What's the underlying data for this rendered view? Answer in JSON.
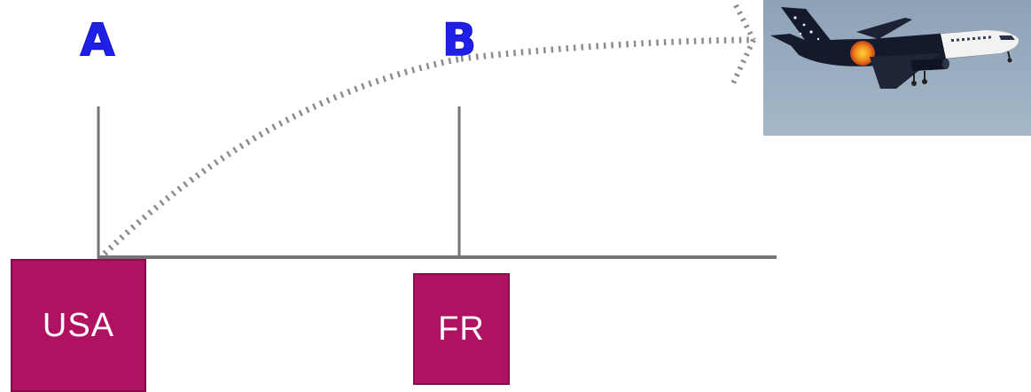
{
  "labels": {
    "point_a": "A",
    "point_b": "B"
  },
  "boxes": {
    "usa": "USA",
    "fr": "FR"
  },
  "icons": {
    "plane": "airplane-icon"
  },
  "colors": {
    "label_blue": "#1f1fe6",
    "box_fill": "#b01262",
    "axis_gray": "#757575",
    "dot_gray": "#8c8c8c"
  }
}
